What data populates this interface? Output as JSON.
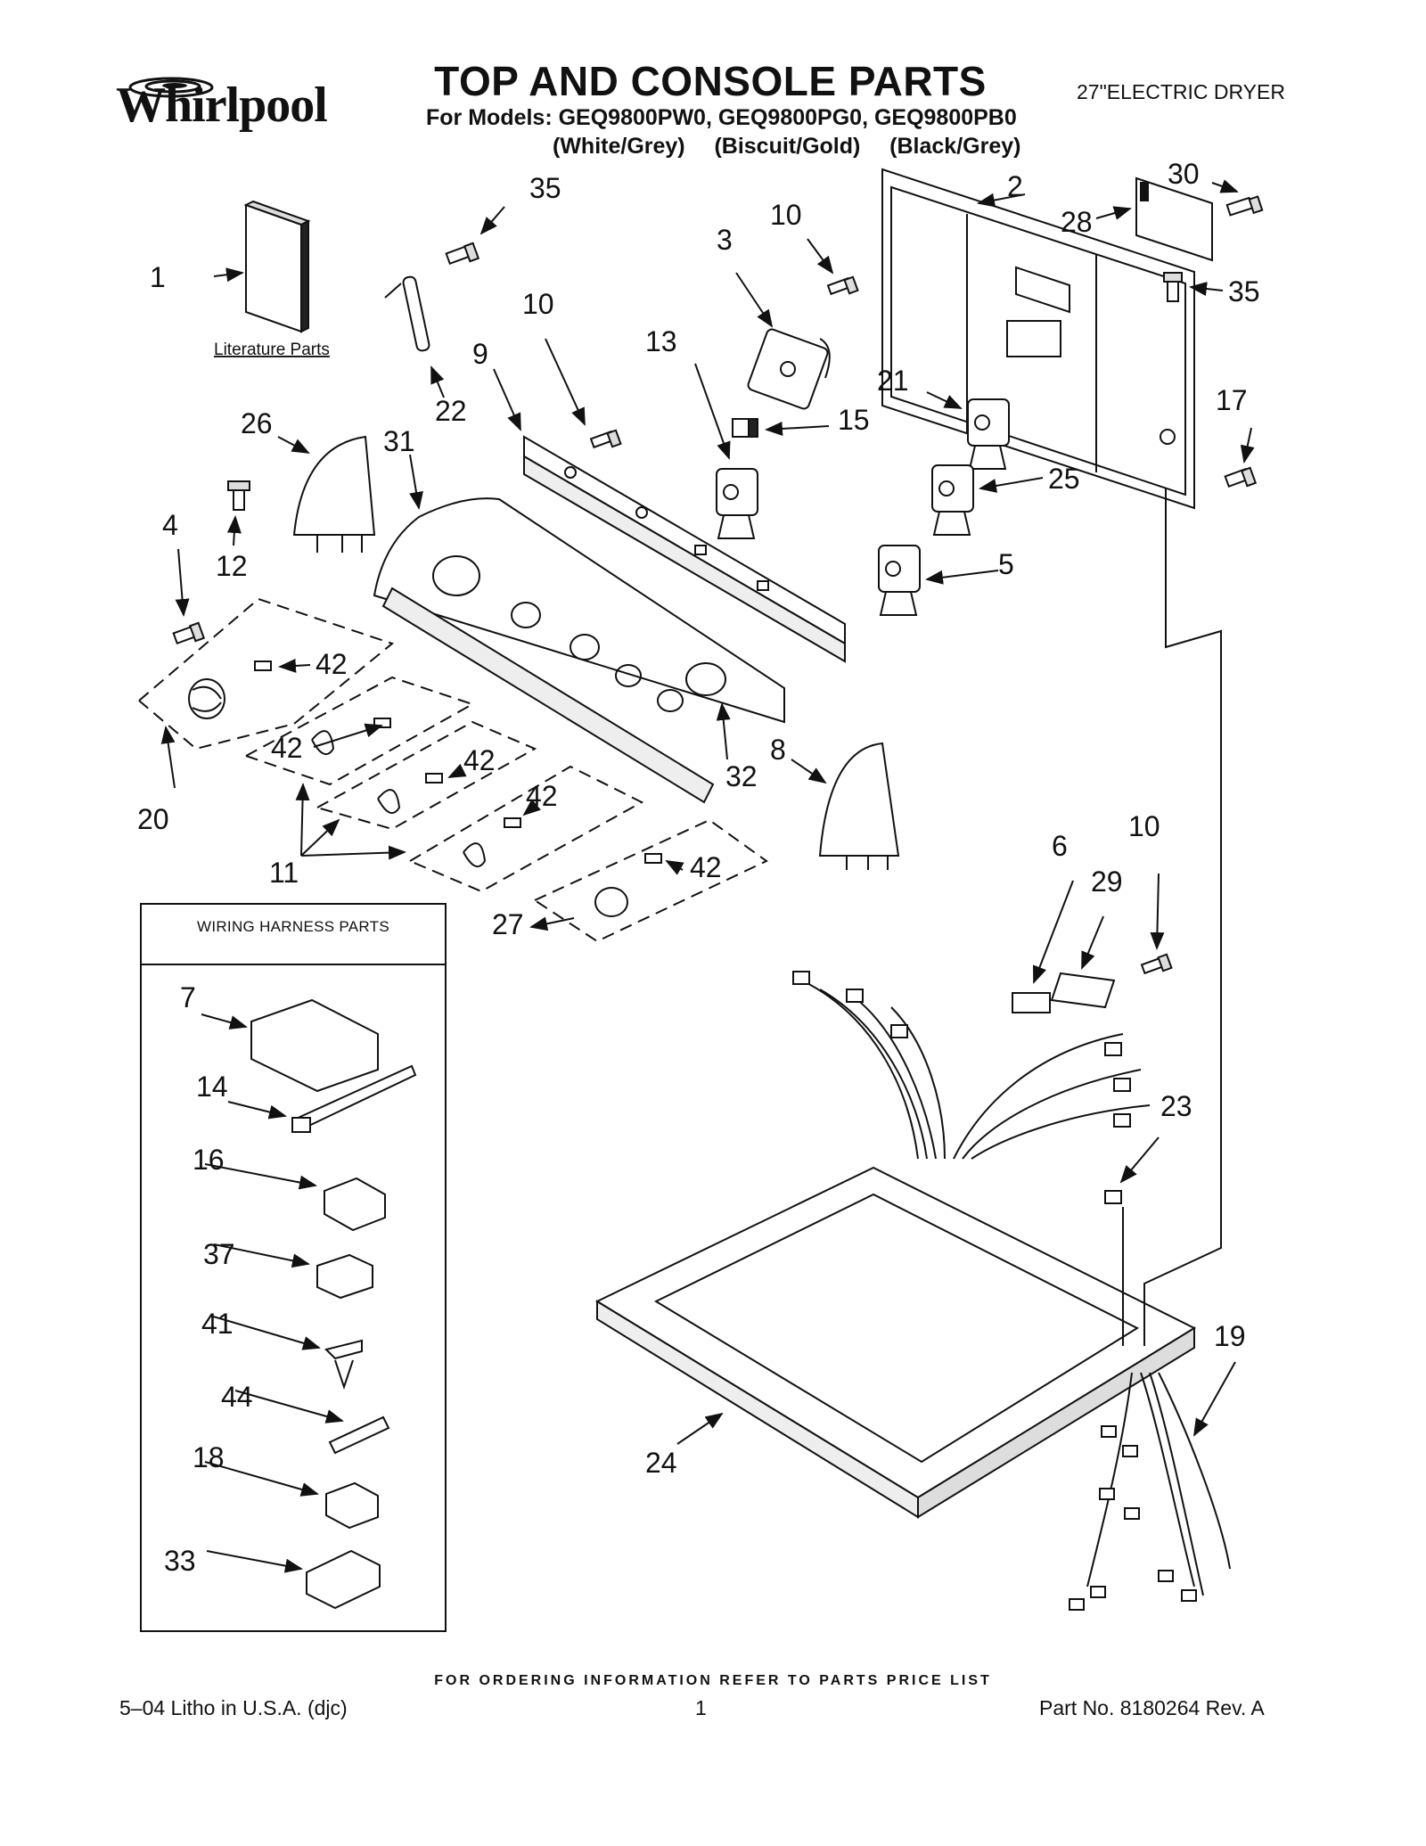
{
  "header": {
    "brand": "Whirlpool",
    "title": "TOP AND CONSOLE PARTS",
    "models_line": "For Models: GEQ9800PW0, GEQ9800PG0, GEQ9800PB0",
    "colors_line": "(White/Grey)   (Biscuit/Gold)   (Black/Grey)",
    "product": "27\"ELECTRIC DRYER"
  },
  "diagram": {
    "literature_label": "Literature Parts",
    "harness_box_title": "WIRING HARNESS PARTS",
    "callouts": {
      "c1": "1",
      "c2": "2",
      "c3": "3",
      "c4": "4",
      "c5": "5",
      "c6": "6",
      "c7": "7",
      "c8": "8",
      "c9": "9",
      "c10a": "10",
      "c10b": "10",
      "c10c": "10",
      "c11": "11",
      "c12": "12",
      "c13": "13",
      "c14": "14",
      "c15": "15",
      "c16": "16",
      "c17": "17",
      "c18": "18",
      "c19": "19",
      "c20": "20",
      "c21": "21",
      "c22": "22",
      "c23": "23",
      "c24": "24",
      "c25": "25",
      "c26": "26",
      "c27": "27",
      "c28": "28",
      "c29": "29",
      "c30": "30",
      "c31": "31",
      "c32": "32",
      "c33": "33",
      "c35a": "35",
      "c35b": "35",
      "c37": "37",
      "c41": "41",
      "c42a": "42",
      "c42b": "42",
      "c42c": "42",
      "c42d": "42",
      "c42e": "42",
      "c44": "44"
    }
  },
  "footer": {
    "ordering": "FOR ORDERING INFORMATION REFER TO PARTS PRICE LIST",
    "litho": "5–04 Litho in U.S.A. (djc)",
    "page_number": "1",
    "part_no": "Part No. 8180264 Rev. A"
  }
}
